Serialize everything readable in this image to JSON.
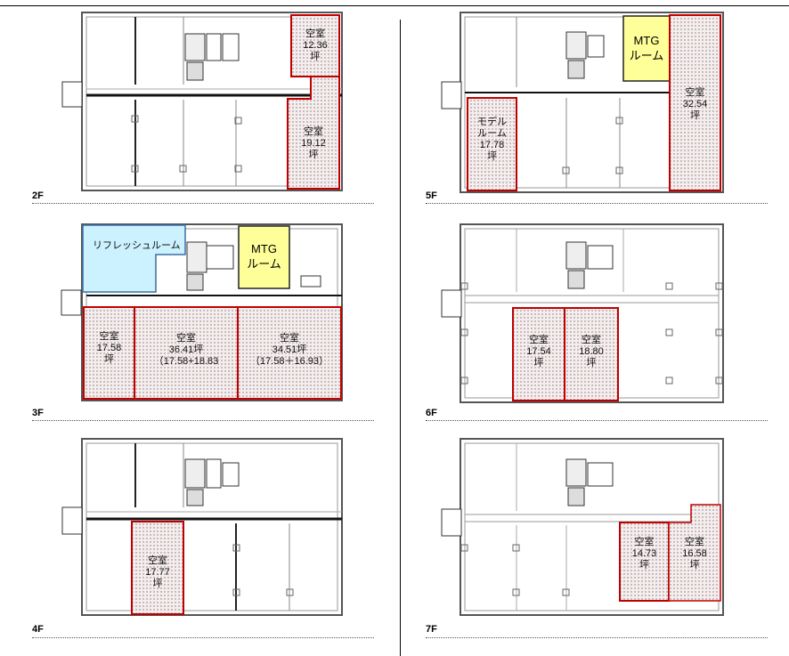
{
  "floors": {
    "f2": {
      "label": "2F",
      "rooms": [
        {
          "line1": "空室",
          "line2": "12.36",
          "line3": "坪"
        },
        {
          "line1": "空室",
          "line2": "19.12",
          "line3": "坪"
        }
      ]
    },
    "f3": {
      "label": "3F",
      "refresh": "リフレッシュルーム",
      "mtg": {
        "line1": "MTG",
        "line2": "ルーム"
      },
      "rooms": [
        {
          "line1": "空室",
          "line2": "17.58",
          "line3": "坪"
        },
        {
          "line1": "空室",
          "line2": "36.41坪",
          "line3": "（17.58+18.83"
        },
        {
          "line1": "空室",
          "line2": "34.51坪",
          "line3": "（17.58＋16.93）"
        }
      ]
    },
    "f4": {
      "label": "4F",
      "rooms": [
        {
          "line1": "空室",
          "line2": "17.77",
          "line3": "坪"
        }
      ]
    },
    "f5": {
      "label": "5F",
      "mtg": {
        "line1": "MTG",
        "line2": "ルーム"
      },
      "rooms": [
        {
          "line1": "空室",
          "line2": "32.54",
          "line3": "坪"
        },
        {
          "line1": "モデル",
          "line2": "ルーム",
          "line3": "17.78",
          "line4": "坪"
        }
      ]
    },
    "f6": {
      "label": "6F",
      "rooms": [
        {
          "line1": "空室",
          "line2": "17.54",
          "line3": "坪"
        },
        {
          "line1": "空室",
          "line2": "18.80",
          "line3": "坪"
        }
      ]
    },
    "f7": {
      "label": "7F",
      "rooms": [
        {
          "line1": "空室",
          "line2": "14.73",
          "line3": "坪"
        },
        {
          "line1": "空室",
          "line2": "16.58",
          "line3": "坪"
        }
      ]
    }
  },
  "colors": {
    "vacant_border": "#c00000",
    "mtg_fill": "#ffff99",
    "refresh_fill": "#ccf2ff"
  }
}
